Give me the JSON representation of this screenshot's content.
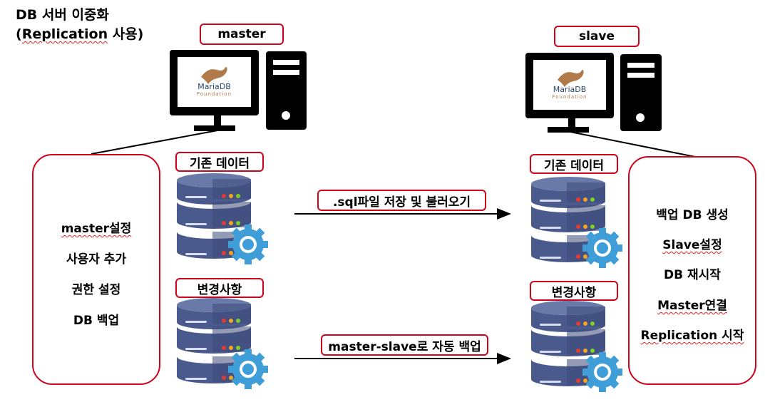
{
  "title": {
    "line1": "DB 서버 이중화",
    "line2_word": "Replication",
    "line2_rest": " 사용)",
    "line2_open": "("
  },
  "master": {
    "label": "master",
    "screen_brand": "MariaDB",
    "screen_sub": "Foundation",
    "existing_data": "기존 데이터",
    "changes": "변경사항"
  },
  "slave": {
    "label": "slave",
    "screen_brand": "MariaDB",
    "screen_sub": "Foundation",
    "existing_data": "기존 데이터",
    "changes": "변경사항"
  },
  "arrows": {
    "sql_transfer": ".sql파일 저장 및 불러오기",
    "auto_backup": "master-slave로 자동 백업"
  },
  "left_panel": {
    "items": [
      "master설정",
      "사용자 추가",
      "권한 설정",
      "DB 백업"
    ]
  },
  "right_panel": {
    "items": [
      "백업 DB 생성",
      "Slave설정",
      "DB 재시작",
      "Master연결",
      "Replication 시작"
    ]
  },
  "colors": {
    "accent_red": "#d0021b",
    "db_blue": "#4a5a8c",
    "gear_blue": "#3f9ed8"
  }
}
